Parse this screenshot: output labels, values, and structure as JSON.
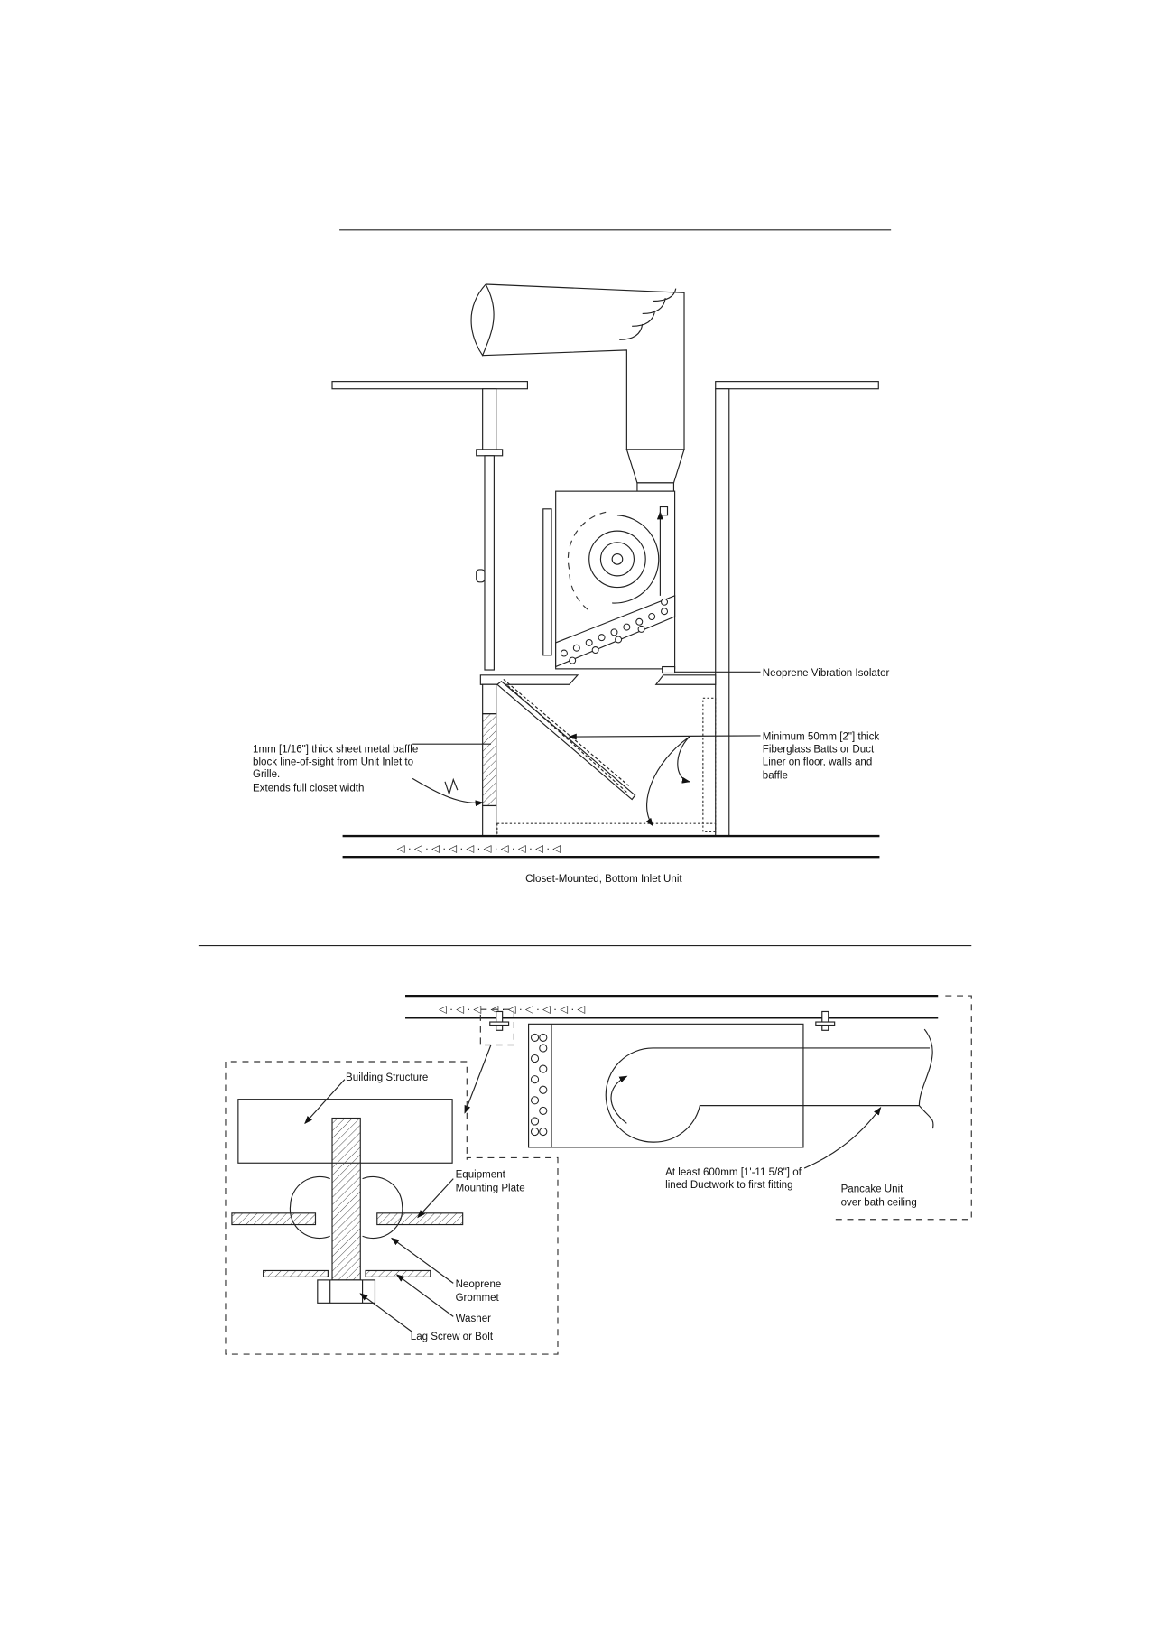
{
  "closet_detail": {
    "caption": "Closet-Mounted, Bottom Inlet Unit",
    "isolator_label": "Neoprene Vibration Isolator",
    "fiberglass_label": [
      "Minimum 50mm [2\"] thick",
      "Fiberglass Batts or Duct",
      "Liner on floor, walls and",
      "baffle"
    ],
    "baffle_label": [
      "1mm [1/16\"] thick sheet metal baffle",
      "block line-of-sight from Unit Inlet to",
      "Grille.",
      "Extends full closet width"
    ]
  },
  "mount_detail": {
    "building_structure": "Building Structure",
    "mounting_plate": [
      "Equipment",
      "Mounting Plate"
    ],
    "grommet": [
      "Neoprene",
      "Grommet"
    ],
    "washer": "Washer",
    "lag_screw": "Lag Screw or Bolt"
  },
  "pancake_detail": {
    "duct_label": [
      "At least 600mm [1'-11 5/8\"] of",
      "lined Ductwork to first fitting"
    ],
    "unit_label": [
      "Pancake Unit",
      "over bath ceiling"
    ]
  }
}
